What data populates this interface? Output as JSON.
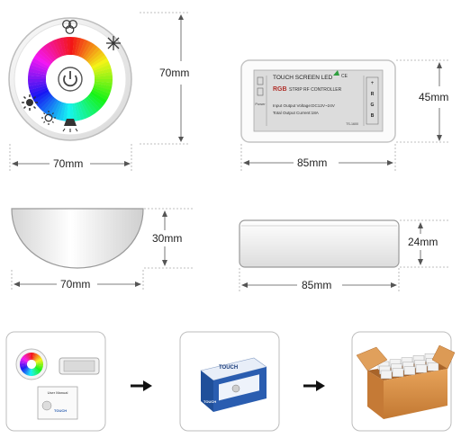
{
  "dimensions": {
    "remote_height": "70mm",
    "remote_width": "70mm",
    "controller_height": "45mm",
    "controller_width": "85mm",
    "remote_side_height": "30mm",
    "remote_side_width": "70mm",
    "controller_side_height": "24mm",
    "controller_side_width": "85mm"
  },
  "controller_label": {
    "title": "TOUCH SCREEN LED",
    "rgb": "RGB",
    "subtitle": "STRIP RF CONTROLLER",
    "line1": "Input Output Voltage:DC12V~24V",
    "line2": "Total Output Current:18A",
    "power": "Power",
    "code": "TS-1600"
  },
  "icons": {
    "top": "rgb-circles-icon",
    "top_right": "sparkle-icon",
    "left": "sun-bright-icon",
    "bottom_left": "sun-dim-icon",
    "bottom": "lamp-icon",
    "center": "power-icon"
  },
  "colors": {
    "accent_green": "#2e9e3e",
    "box_blue": "#2a5db0",
    "carton": "#d98b3e"
  },
  "package": {
    "manual_text": "User Manual",
    "brand_small": "TOUCH",
    "box_brand": "TOUCH",
    "box_brand2": "TOUCH"
  }
}
